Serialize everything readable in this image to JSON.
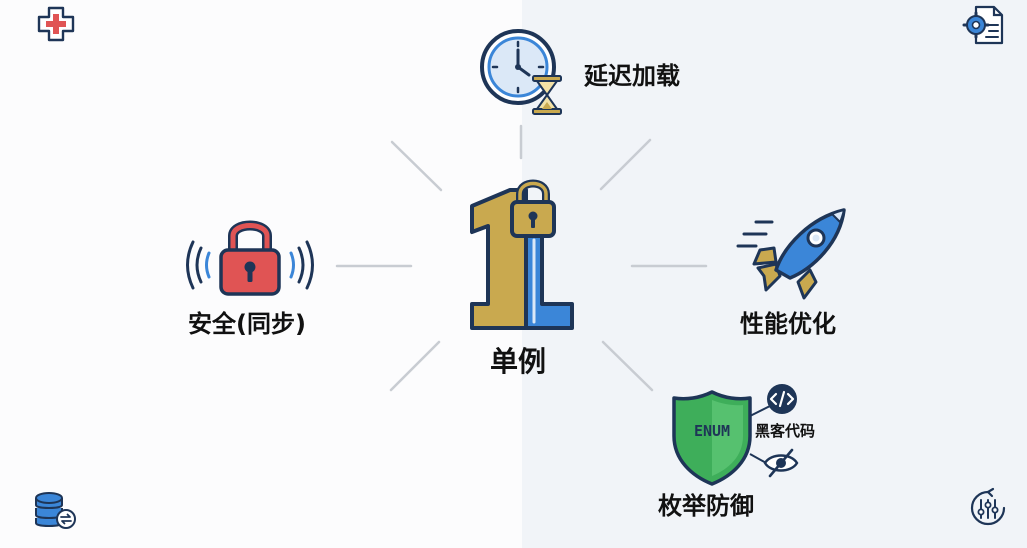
{
  "diagram": {
    "center": {
      "label": "单例",
      "icon": "number-one-padlock-icon"
    },
    "nodes": [
      {
        "id": "lazy-loading",
        "label": "延迟加载",
        "icon": "clock-hourglass-icon"
      },
      {
        "id": "thread-safety",
        "label": "安全(同步)",
        "icon": "padlock-signal-icon"
      },
      {
        "id": "performance",
        "label": "性能优化",
        "icon": "rocket-icon"
      },
      {
        "id": "enum-defense",
        "label": "枚举防御",
        "icon": "enum-shield-icon",
        "sub_label": "黑客代码",
        "sub_icons": [
          "code-tag-icon",
          "hidden-eye-icon"
        ],
        "badge": "ENUM"
      }
    ],
    "corner_icons": [
      "medical-cross-icon",
      "gear-document-icon",
      "database-sync-icon",
      "sliders-icon"
    ],
    "colors": {
      "gold": "#c9a94f",
      "blue": "#3b86d8",
      "navy": "#1e3557",
      "red": "#e05454",
      "green": "#3eae5a",
      "line": "#c8ccd2"
    }
  }
}
